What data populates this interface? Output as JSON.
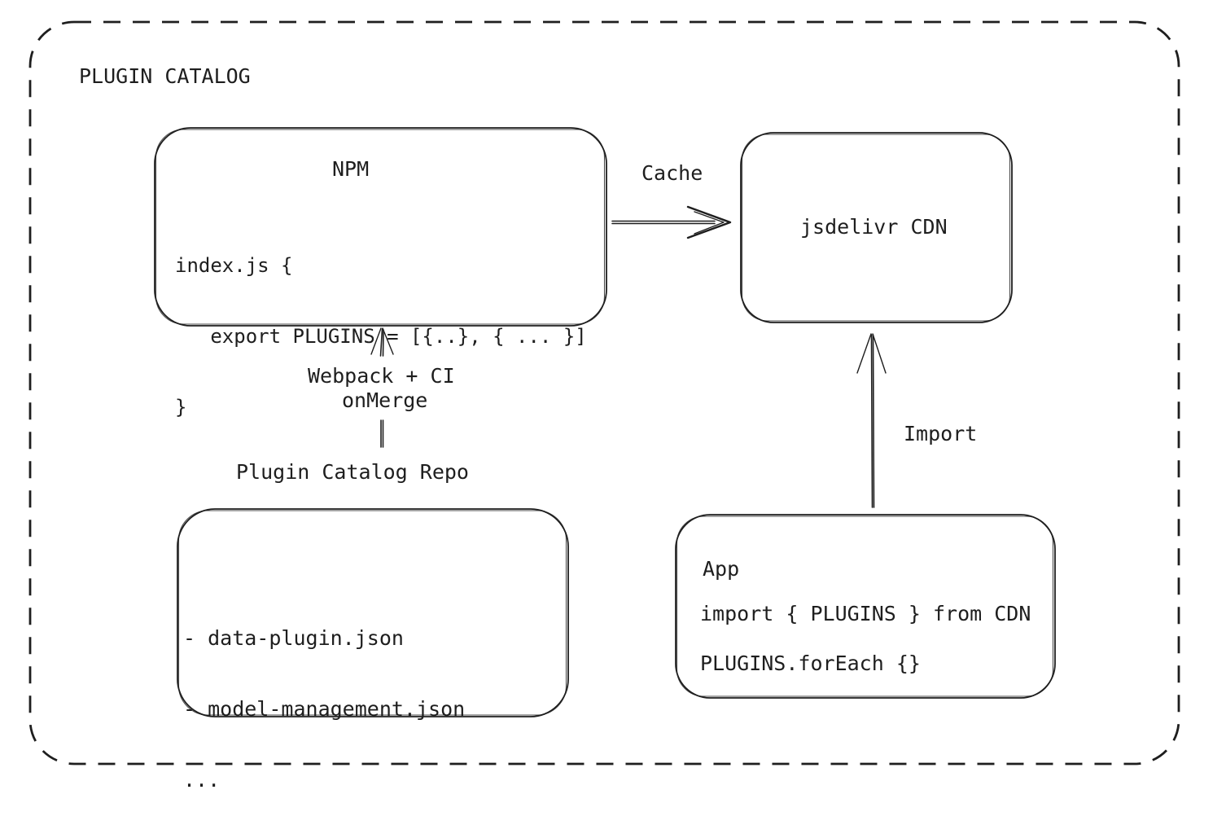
{
  "page": {
    "background": "#ffffff",
    "stroke_color": "#1e1e1e"
  },
  "diagram": {
    "title": "PLUGIN CATALOG",
    "nodes": {
      "npm": {
        "title": "NPM",
        "code": [
          "index.js {",
          "   export PLUGINS = [{..}, { ... }]",
          "}"
        ]
      },
      "cdn": {
        "label": "jsdelivr CDN"
      },
      "repo": {
        "label": "Plugin Catalog Repo",
        "files": [
          "- data-plugin.json",
          "- model-management.json",
          "..."
        ]
      },
      "app": {
        "title": "App",
        "code": [
          "import { PLUGINS } from CDN",
          "PLUGINS.forEach {}"
        ]
      }
    },
    "edges": {
      "cache": {
        "label": "Cache",
        "from": "NPM",
        "to": "jsdelivr CDN"
      },
      "build": {
        "label_top": "Webpack + CI",
        "label_bottom": "onMerge",
        "from": "Plugin Catalog Repo",
        "to": "NPM"
      },
      "import": {
        "label": "Import",
        "from": "App",
        "to": "jsdelivr CDN"
      }
    }
  }
}
